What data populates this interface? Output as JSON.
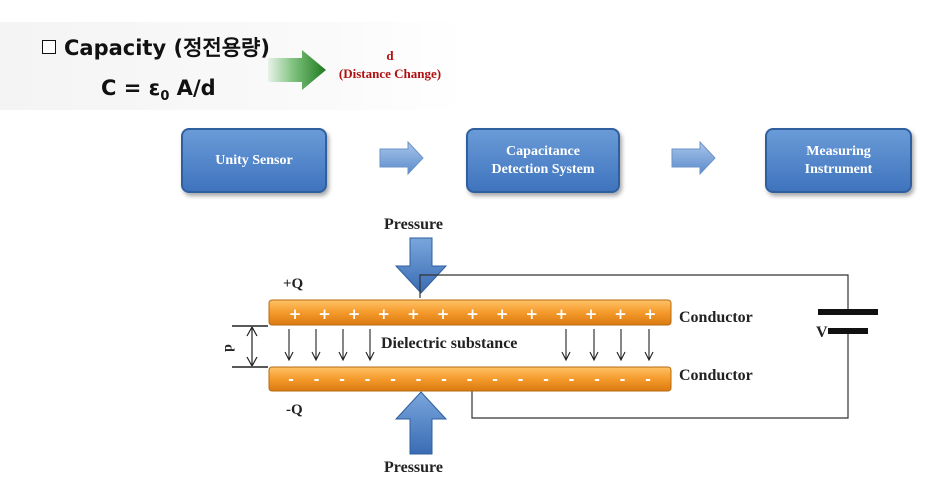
{
  "header": {
    "title": "Capacity (정전용량)",
    "formula_main": "C = ε",
    "formula_sub": "0",
    "formula_rest": " A/d"
  },
  "change_arrow": {
    "symbol": "d",
    "caption": "(Distance Change)"
  },
  "flow": {
    "steps": [
      {
        "label": "Unity Sensor"
      },
      {
        "label_line1": "Capacitance",
        "label_line2": "Detection System"
      },
      {
        "label_line1": "Measuring",
        "label_line2": "Instrument"
      }
    ]
  },
  "capacitor": {
    "pressure_top": "Pressure",
    "pressure_bottom": "Pressure",
    "charge_top": "+Q",
    "charge_bottom": "-Q",
    "conductor_top": "Conductor",
    "conductor_bottom": "Conductor",
    "dielectric": "Dielectric substance",
    "gap_label": "d",
    "voltage_label": "V",
    "plus_sign": "+",
    "minus_sign": "-"
  },
  "colors": {
    "box_blue": "#4a7fc4",
    "plate_orange": "#f59a2c",
    "arrow_green": "#2e8b2e",
    "pressure_blue": "#4a7fc4"
  }
}
